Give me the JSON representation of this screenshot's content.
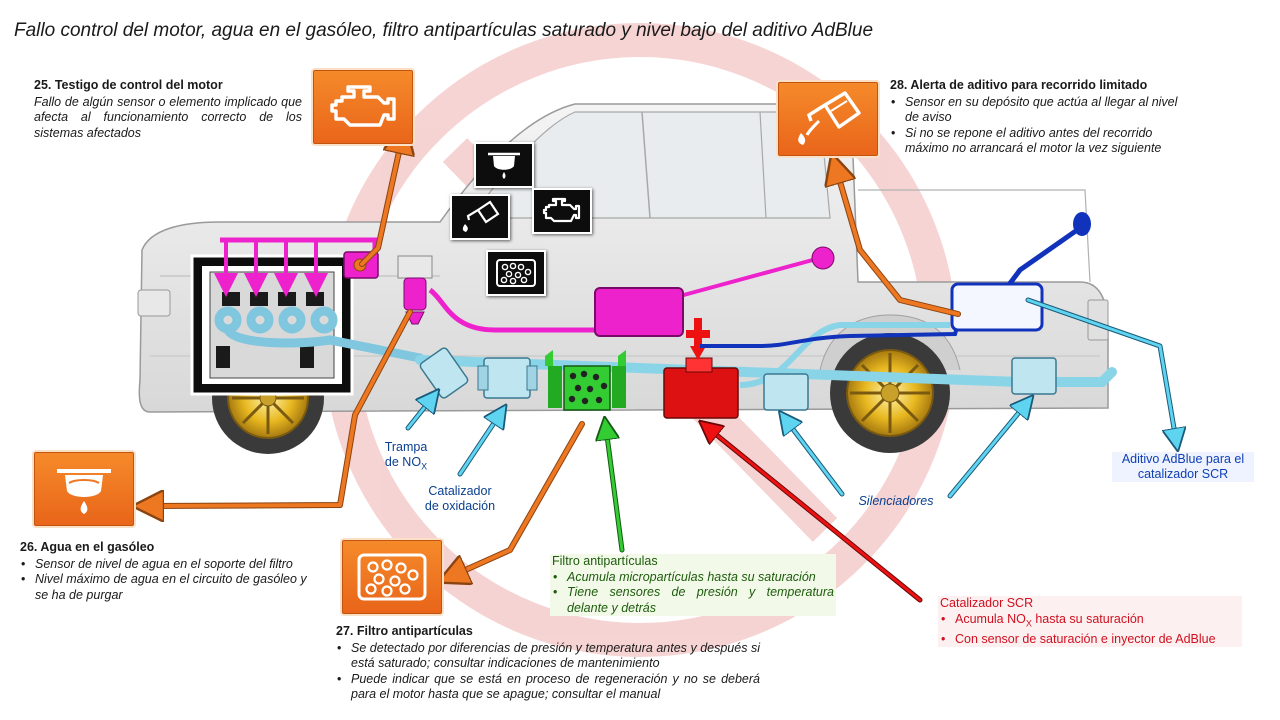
{
  "title": "Fallo control del motor, agua en el gasóleo, filtro antipartículas saturado y nivel bajo del aditivo AdBlue",
  "colors": {
    "warning_orange": "#ee7722",
    "particle_green": "#22aa22",
    "scr_red": "#dd1111",
    "adblue_blue": "#1133bb",
    "exhaust_cyan": "#8ad4e8",
    "sensor_magenta": "#ee22cc"
  },
  "icons": {
    "engine_check": "engine-check-icon",
    "water_in_fuel": "water-in-fuel-icon",
    "particle_filter": "particle-filter-icon",
    "adblue_alert": "adblue-refill-icon"
  },
  "blocks": {
    "b25": {
      "heading": "25. Testigo de control del motor",
      "text": "Fallo de algún sensor o elemento implicado que afecta al funcionamiento correcto de los sistemas afectados"
    },
    "b26": {
      "heading": "26. Agua en el gasóleo",
      "bullets": [
        "Sensor de nivel de agua en el soporte del filtro",
        "Nivel máximo de agua en el circuito de gasóleo y se ha de purgar"
      ]
    },
    "b27": {
      "heading": "27. Filtro antipartículas",
      "bullets": [
        "Se detectado por diferencias de presión y temperatura antes y después si está saturado; consultar indicaciones de mantenimiento",
        "Puede indicar que se está en proceso de regeneración y no se deberá para el motor hasta que se apague; consultar el manual"
      ]
    },
    "b28": {
      "heading": "28. Alerta de aditivo para recorrido limitado",
      "bullets": [
        "Sensor en su depósito que actúa al llegar al nivel de aviso",
        "Si no se repone el aditivo antes del recorrido máximo no arrancará el motor la vez siguiente"
      ]
    }
  },
  "labels": {
    "nox_trap": {
      "line1": "Trampa",
      "line2_prefix": "de NO",
      "line2_sub": "X"
    },
    "oxidation": {
      "line1": "Catalizador",
      "line2": "de oxidación"
    },
    "silencers": "Silenciadores",
    "adblue_tank": {
      "line1": "Aditivo AdBlue para el",
      "line2": "catalizador SCR"
    },
    "particle_filter": {
      "heading": "Filtro antipartículas",
      "bullets": [
        "Acumula micropartículas hasta su saturación",
        "Tiene sensores de presión y temperatura delante y detrás"
      ]
    },
    "scr": {
      "heading": "Catalizador SCR",
      "bullet1_prefix": "Acumula NO",
      "bullet1_sub": "X",
      "bullet1_suffix": " hasta su saturación",
      "bullet2": "Con sensor de saturación e inyector de AdBlue"
    }
  }
}
